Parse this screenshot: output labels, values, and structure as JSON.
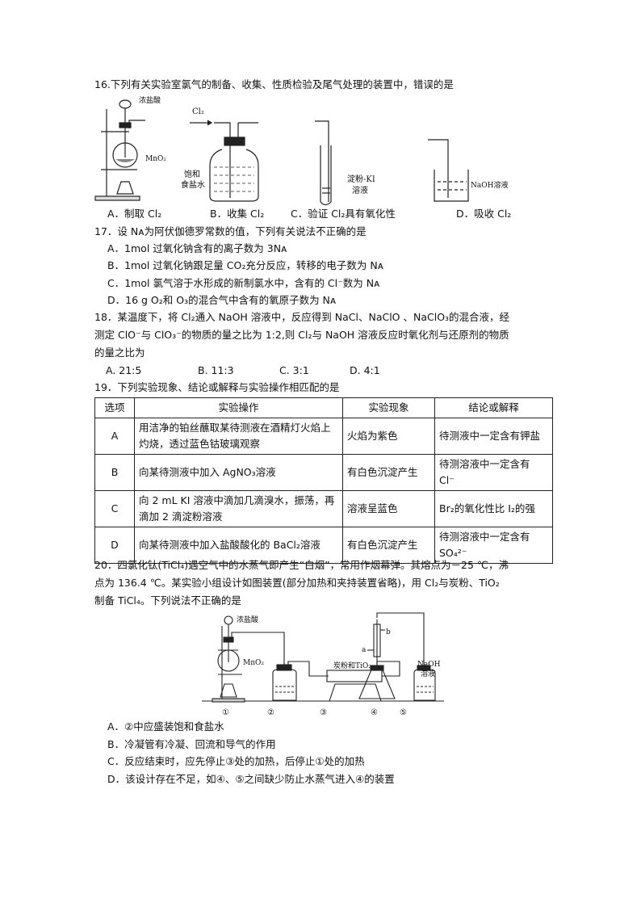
{
  "q16": {
    "stem": "16.下列有关实验室氯气的制备、收集、性质检验及尾气处理的装置中，错误的是",
    "labels": {
      "acid": "浓盐酸",
      "mno2": "MnO₂",
      "cl2": "Cl₂",
      "brine": [
        "饱和",
        "食盐水"
      ],
      "ki": [
        "淀粉-KI",
        "溶液"
      ],
      "naoh": "NaOH溶液"
    },
    "options": [
      "A．制取 Cl₂",
      "B．收集 Cl₂",
      "C．验证 Cl₂具有氧化性",
      "D．吸收 Cl₂"
    ]
  },
  "q17": {
    "stem": "17．设 Nᴀ为阿伏伽德罗常数的值，下列有关说法不正确的是",
    "options": [
      "A．1mol 过氧化钠含有的离子数为 3Nᴀ",
      "B．1mol 过氧化钠跟足量 CO₂充分反应，转移的电子数为 Nᴀ",
      "C．1mol 氯气溶于水形成的新制氯水中，含有的 Cl⁻数为 Nᴀ",
      "D．16 g O₂和 O₃的混合气中含有的氧原子数为 Nᴀ"
    ]
  },
  "q18": {
    "lines": [
      "18．某温度下，将 Cl₂通入 NaOH 溶液中，反应得到 NaCl、NaClO 、NaClO₃的混合液，经",
      "测定 ClO⁻与 ClO₃⁻的物质的量之比为 1:2,则 Cl₂与 NaOH 溶液反应时氧化剂与还原剂的物质",
      "的量之比为"
    ],
    "options": [
      "A. 21:5",
      "B. 11:3",
      "C. 3:1",
      "D. 4:1"
    ]
  },
  "q19": {
    "stem": "19．下列实验现象、结论或解释与实验操作相匹配的是",
    "headers": [
      "选项",
      "实验操作",
      "实验现象",
      "结论或解释"
    ],
    "rows": [
      [
        "A",
        "用洁净的铂丝蘸取某待测液在酒精灯火焰上灼烧，透过蓝色钴玻璃观察",
        "火焰为紫色",
        "待测液中一定含有钾盐"
      ],
      [
        "B",
        "向某待测液中加入 AgNO₃溶液",
        "有白色沉淀产生",
        "待测溶液中一定含有 Cl⁻"
      ],
      [
        "C",
        "向 2 mL KI 溶液中滴加几滴溴水，振荡，再滴加 2 滴淀粉溶液",
        "溶液呈蓝色",
        "Br₂的氧化性比 I₂的强"
      ],
      [
        "D",
        "向某待测液中加入盐酸酸化的 BaCl₂溶液",
        "有白色沉淀产生",
        "待测溶液中一定含有 SO₄²⁻"
      ]
    ]
  },
  "q20": {
    "lines": [
      "20．四氯化钛(TiCl₄)遇空气中的水蒸气即产生“白烟”，常用作烟幕弹。其熔点为－25 ℃，沸",
      "点为 136.4 ℃。某实验小组设计如图装置(部分加热和夹持装置省略)，用 Cl₂与炭粉、TiO₂",
      "制备 TiCl₄。下列说法不正确的是"
    ],
    "labels": {
      "acid": "浓盐酸",
      "mno2": "MnO₂",
      "reagent": "炭粉和TiO₂",
      "a": "a",
      "b": "b",
      "naoh": [
        "NaOH",
        "溶液"
      ],
      "nums": [
        "①",
        "②",
        "③",
        "④",
        "⑤"
      ]
    },
    "options": [
      "A．②中应盛装饱和食盐水",
      "B．冷凝管有冷凝、回流和导气的作用",
      "C．反应结束时，应先停止③处的加热，后停止①处的加热",
      "D．该设计存在不足，如④、⑤之间缺少防止水蒸气进入④的装置"
    ]
  }
}
